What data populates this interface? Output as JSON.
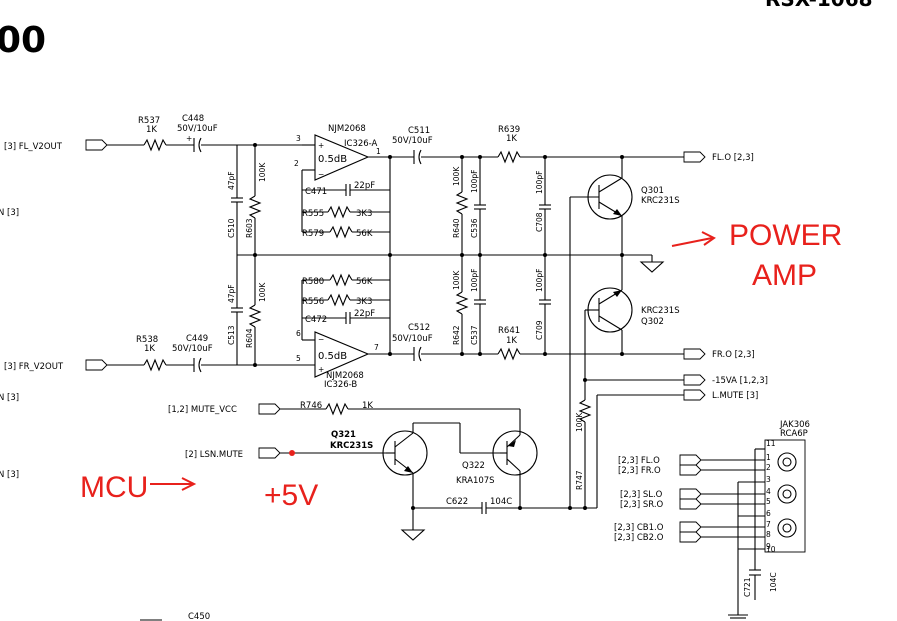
{
  "header": {
    "title_fragment": "00",
    "model_fragment": "RSX-1068"
  },
  "connectors_left": {
    "fl_v2out": "[3]  FL_V2OUT",
    "fr_v2out": "[3]  FR_V2OUT",
    "n3_a": "N  [3]",
    "n3_b": "N  [3]",
    "n3_c": "N  [3]",
    "mute_vcc": "[1,2]  MUTE_VCC",
    "lsn_mute": "[2]  LSN.MUTE"
  },
  "components": {
    "r537": "R537",
    "r537_val": "1K",
    "c448": "C448",
    "c448_val": "50V/10uF",
    "r538": "R538",
    "r538_val": "1K",
    "c449": "C449",
    "c449_val": "50V/10uF",
    "c450": "C450",
    "ic_a": "NJM2068",
    "ic_a_sub": "IC326-A",
    "ic_a_gain": "0.5dB",
    "ic_b": "NJM2068",
    "ic_b_sub": "IC326-B",
    "ic_b_gain": "0.5dB",
    "c510": "C510",
    "c510_val": "47pF",
    "r603": "R603",
    "r603_val": "100K",
    "c513": "C513",
    "c513_val": "47pF",
    "r604": "R604",
    "r604_val": "100K",
    "c471": "C471",
    "c471_val": "22pF",
    "r555": "R555",
    "r555_val": "3K3",
    "r579": "R579",
    "r579_val": "56K",
    "r580": "R580",
    "r580_val": "56K",
    "r556": "R556",
    "r556_val": "3K3",
    "c472": "C472",
    "c472_val": "22pF",
    "c511": "C511",
    "c511_val": "50V/10uF",
    "c512": "C512",
    "c512_val": "50V/10uF",
    "r640": "R640",
    "r640_val": "100K",
    "c536": "C536",
    "c536_val": "100pF",
    "r642": "R642",
    "r642_val": "100K",
    "c537": "C537",
    "c537_val": "100pF",
    "r639": "R639",
    "r639_val": "1K",
    "r641": "R641",
    "r641_val": "1K",
    "c708": "C708",
    "c708_val": "100pF",
    "c709": "C709",
    "c709_val": "100pF",
    "q301": "Q301",
    "q301_val": "KRC231S",
    "q302": "Q302",
    "q302_val": "KRC231S",
    "r746": "R746",
    "r746_val": "1K",
    "q321": "Q321",
    "q321_val": "KRC231S",
    "q322": "Q322",
    "q322_val": "KRA107S",
    "c622": "C622",
    "c622_val": "104C",
    "r747": "R747",
    "r747_val": "100K",
    "c721": "C721",
    "c721_val": "104C",
    "jak": "JAK306",
    "jak_val": "RCA6P"
  },
  "pins": {
    "p3": "3",
    "p2": "2",
    "p1": "1",
    "p6": "6",
    "p5": "5",
    "p7": "7"
  },
  "jack_pins": [
    "11",
    "1",
    "2",
    "3",
    "4",
    "5",
    "6",
    "7",
    "8",
    "9",
    "10"
  ],
  "outputs": {
    "fl_o": "FL.O  [2,3]",
    "fr_o": "FR.O  [2,3]",
    "neg15va": "-15VA  [1,2,3]",
    "l_mute": "L.MUTE   [3]"
  },
  "jack_inputs": {
    "fl": "[2,3] FL.O",
    "fr": "[2,3] FR.O",
    "sl": "[2,3] SL.O",
    "sr": "[2,3] SR.O",
    "cb1": "[2,3] CB1.O",
    "cb2": "[2,3] CB2.O"
  },
  "annotations": {
    "power": "POWER",
    "amp": "AMP",
    "mcu": "MCU",
    "plus5v": "+5V",
    "arrow_color": "#e8211c"
  }
}
